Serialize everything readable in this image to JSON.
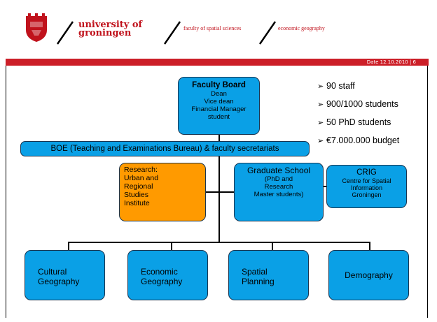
{
  "header": {
    "university_line1": "university of",
    "university_line2": "groningen",
    "faculty": "faculty of spatial sciences",
    "department": "economic geography",
    "date_page": "Date 12.10.2010 | 6",
    "colors": {
      "brand_red": "#cc1f28",
      "box_blue": "#0aa0e6",
      "box_orange": "#ff9a00"
    }
  },
  "org": {
    "board": {
      "title": "Faculty Board",
      "lines": [
        "Dean",
        "Vice dean",
        "Financial Manager",
        "student"
      ]
    },
    "boe": "BOE (Teaching and Examinations Bureau) & faculty secretariats",
    "research": [
      "Research:",
      "Urban and",
      "Regional",
      "Studies",
      "Institute"
    ],
    "graduate": {
      "title": "Graduate School",
      "lines": [
        "(PhD and",
        "Research",
        "Master students)"
      ]
    },
    "crig": {
      "title": "CRIG",
      "lines": [
        "Centre for Spatial",
        "Information",
        "Groningen"
      ]
    },
    "departments": [
      [
        "Cultural",
        "Geography"
      ],
      [
        "Economic",
        "Geography"
      ],
      [
        "Spatial",
        "Planning"
      ],
      [
        "Demography"
      ]
    ]
  },
  "stats": [
    "90 staff",
    "900/1000 students",
    "50 PhD students",
    "€7.000.000 budget"
  ],
  "bullet_glyph": "➢"
}
